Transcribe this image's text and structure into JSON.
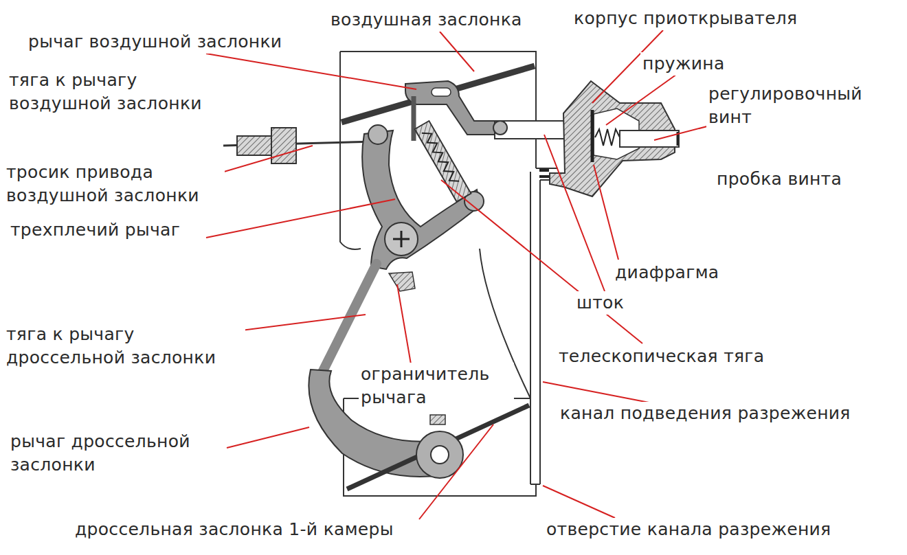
{
  "diagram": {
    "labels": [
      "воздушная заслонка",
      "корпус приоткрывателя",
      "рычаг воздушной заслонки",
      "пружина",
      "тяга к рычагу воздушной заслонки",
      "регулировочный винт",
      "тросик привода воздушной заслонки",
      "пробка винта",
      "трехплечий рычаг",
      "диафрагма",
      "шток",
      "тяга к рычагу дроссельной заслонки",
      "ограничитель рычага",
      "телескопическая тяга",
      "канал подведения разрежения",
      "рычаг дроссельной заслонки",
      "дроссельная заслонка 1-й камеры",
      "отверстие канала разрежения"
    ]
  }
}
